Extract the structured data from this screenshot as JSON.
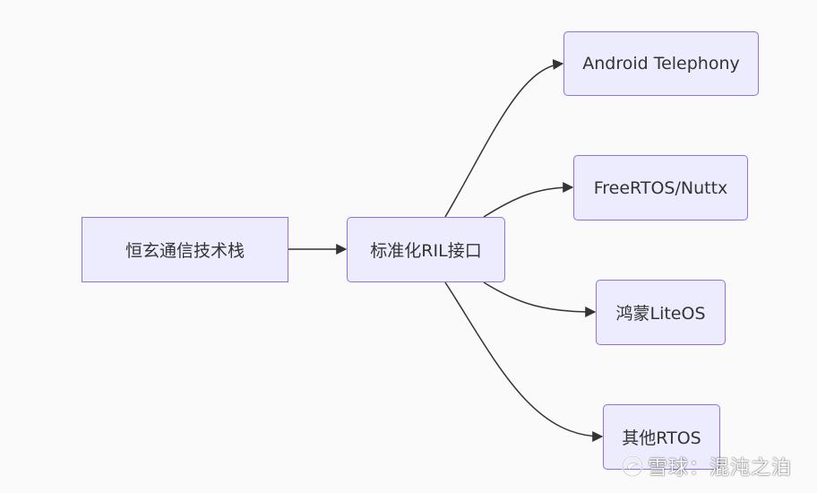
{
  "diagram": {
    "nodes": {
      "source": "恒玄通信技术栈",
      "ril": "标准化RIL接口",
      "android": "Android Telephony",
      "freertos": "FreeRTOS/Nuttx",
      "harmony": "鸿蒙LiteOS",
      "other": "其他RTOS"
    },
    "edges": [
      {
        "from": "source",
        "to": "ril"
      },
      {
        "from": "ril",
        "to": "android"
      },
      {
        "from": "ril",
        "to": "freertos"
      },
      {
        "from": "ril",
        "to": "harmony"
      },
      {
        "from": "ril",
        "to": "other"
      }
    ],
    "colors": {
      "node_fill": "#ececfe",
      "node_border": "#9370db",
      "edge": "#333333",
      "background": "#fafafa"
    }
  },
  "watermark": {
    "text": "雪球：混沌之泊",
    "icon": "snowball-logo-icon"
  }
}
